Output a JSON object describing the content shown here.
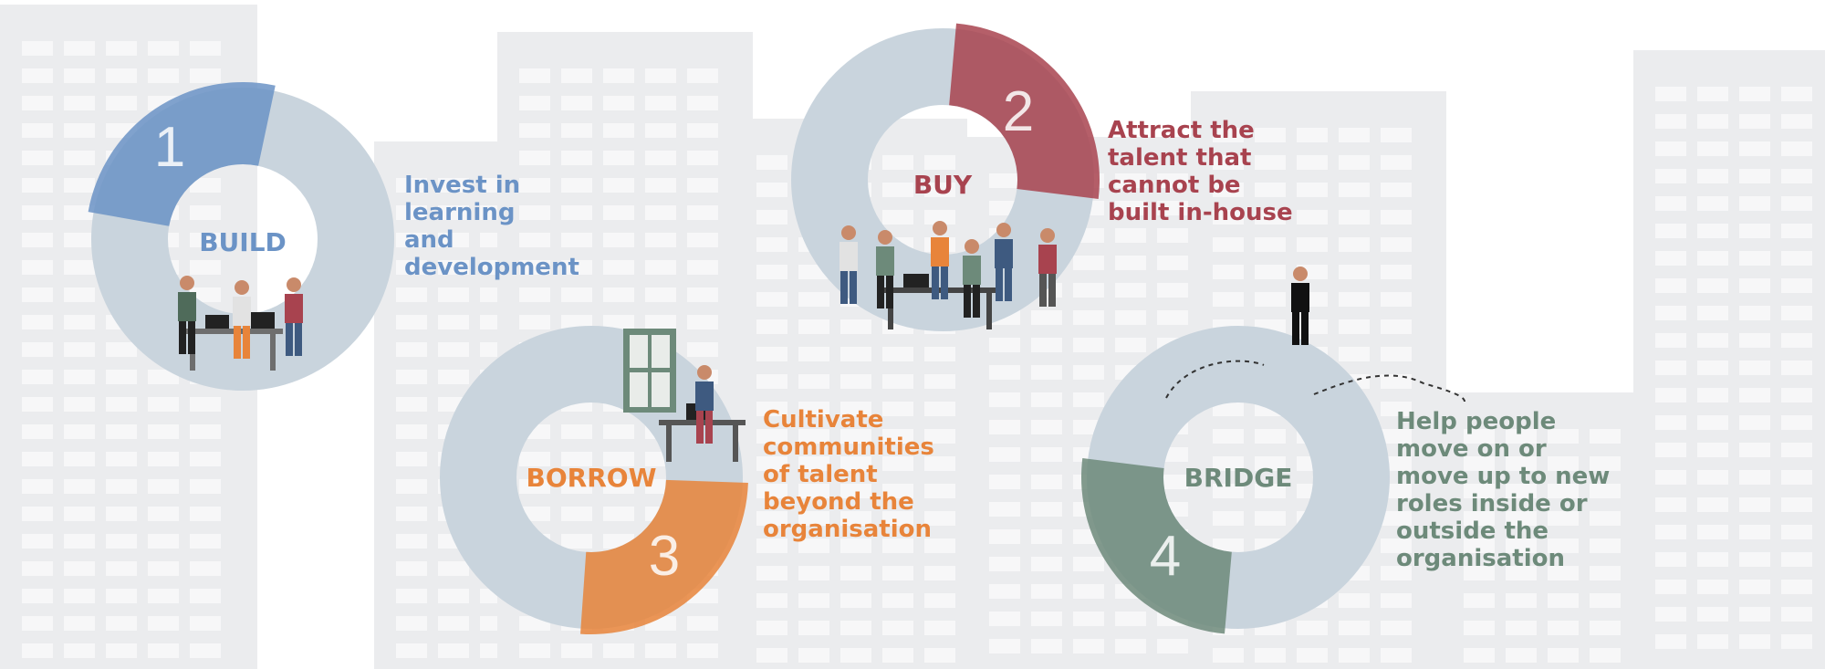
{
  "colors": {
    "build": "#6b93c6",
    "buy": "#a8434f",
    "borrow": "#e8843a",
    "bridge": "#6d8a7a",
    "ring": "#c9d4dd",
    "building": "#ebecee",
    "window": "#f7f7f8"
  },
  "steps": [
    {
      "key": "build",
      "number": "1",
      "title": "BUILD",
      "description": "Invest in\nlearning\nand\ndevelopment"
    },
    {
      "key": "buy",
      "number": "2",
      "title": "BUY",
      "description": "Attract the\ntalent that\ncannot be\nbuilt in-house"
    },
    {
      "key": "borrow",
      "number": "3",
      "title": "BORROW",
      "description": "Cultivate\ncommunities\nof talent\nbeyond the\norganisation"
    },
    {
      "key": "bridge",
      "number": "4",
      "title": "BRIDGE",
      "description": "Help people\nmove on or\nmove up to new\nroles inside or\noutside the\norganisation"
    }
  ],
  "illustrations": {
    "build": "people-working-at-standing-desk",
    "buy": "team-meeting-group",
    "borrow": "person-at-laptop-by-window",
    "bridge": "person-leaping-over-path"
  }
}
